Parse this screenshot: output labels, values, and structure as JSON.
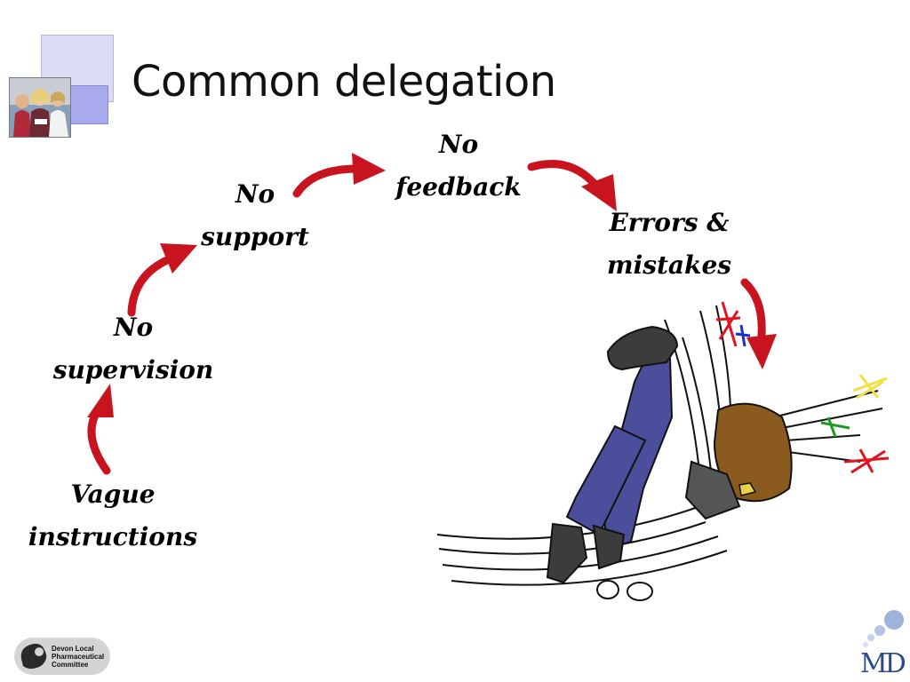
{
  "slide": {
    "title": "Common delegation",
    "steps": [
      {
        "line1": "Vague",
        "line2": "instructions"
      },
      {
        "line1": "No",
        "line2": "supervision"
      },
      {
        "line1": "No",
        "line2": "support"
      },
      {
        "line1": "No",
        "line2": "feedback"
      },
      {
        "line1": "Errors &",
        "line2": "mistakes"
      }
    ]
  },
  "footer": {
    "left_logo_lines": [
      "Devon Local",
      "Pharmaceutical",
      "Committee"
    ],
    "right_logo_text": "MD"
  },
  "colors": {
    "arrow": "#c8141e",
    "deco_light": "#dcdcf4",
    "deco_dark": "#a9a9ee",
    "trousers": "#4b4e9a",
    "hair": "#8a5a1e"
  },
  "icons": {
    "photo": "people-photo",
    "illustration": "falling-man-illustration",
    "left_logo": "devon-lpc-logo",
    "right_logo": "md-bubbles-logo"
  }
}
